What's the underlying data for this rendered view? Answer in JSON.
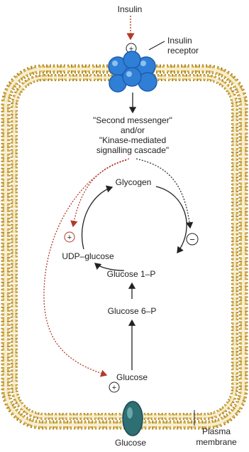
{
  "labels": {
    "insulin": "Insulin",
    "receptor_line1": "Insulin",
    "receptor_line2": "receptor",
    "second_line1": "\"Second messenger\"",
    "second_line2": "and/or",
    "second_line3": "\"Kinase-mediated",
    "second_line4": "signalling cascade\"",
    "glycogen": "Glycogen",
    "udp_glucose": "UDP–glucose",
    "glucose_1p": "Glucose 1–P",
    "glucose_6p": "Glucose 6–P",
    "glucose_inside": "Glucose",
    "glucose_outside": "Glucose",
    "plasma_line1": "Plasma",
    "plasma_line2": "membrane"
  },
  "signs": {
    "plus": "+",
    "minus": "−"
  },
  "colors": {
    "membrane_head": "#d8b04a",
    "membrane_head_stroke": "#b08a2a",
    "membrane_core": "#f6eecf",
    "receptor": "#2f7fd6",
    "receptor_dark": "#1d5db0",
    "transporter": "#2e6f73",
    "activate_arrow": "#b23a2a",
    "inhibit_arrow": "#333333"
  }
}
